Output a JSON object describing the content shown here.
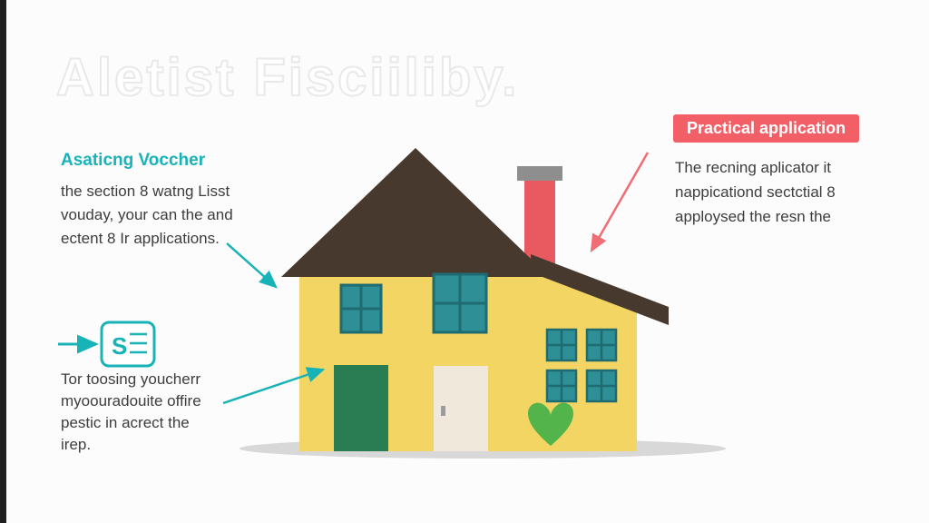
{
  "title": "Aletist Fisciiliby.",
  "sections": {
    "waiting_list": {
      "heading": "Asaticng Voccher",
      "body": "the section 8 watng Lisst\nvouday, your can the and\nectent 8 Ir applications."
    },
    "voucher": {
      "icon": "voucher-document-icon",
      "icon_letter": "S",
      "body": "Tor toosing youcherr\nmyoouradouite offire\npestic in acrect the\nirep."
    },
    "practical": {
      "badge": "Practical application",
      "body": "The recning aplicator it\nnappicationd sectctial 8\napploysed the resn the"
    }
  },
  "colors": {
    "teal": "#17b3b6",
    "badge_red": "#f25f66",
    "arrow_red": "#ef6d74",
    "house_yellow": "#f3d564",
    "roof_brown": "#47392e",
    "window_teal": "#2f8f96",
    "window_frame": "#1f6b72",
    "door_green": "#2a7d52",
    "door_cream": "#f0e9db",
    "chimney_red": "#e95a60",
    "chimney_cap": "#8e8e8e",
    "heart_green": "#54b44c",
    "shadow": "#d8d8d8",
    "text_dark": "#3d3d3d",
    "title_outline": "#e9e9e9"
  }
}
